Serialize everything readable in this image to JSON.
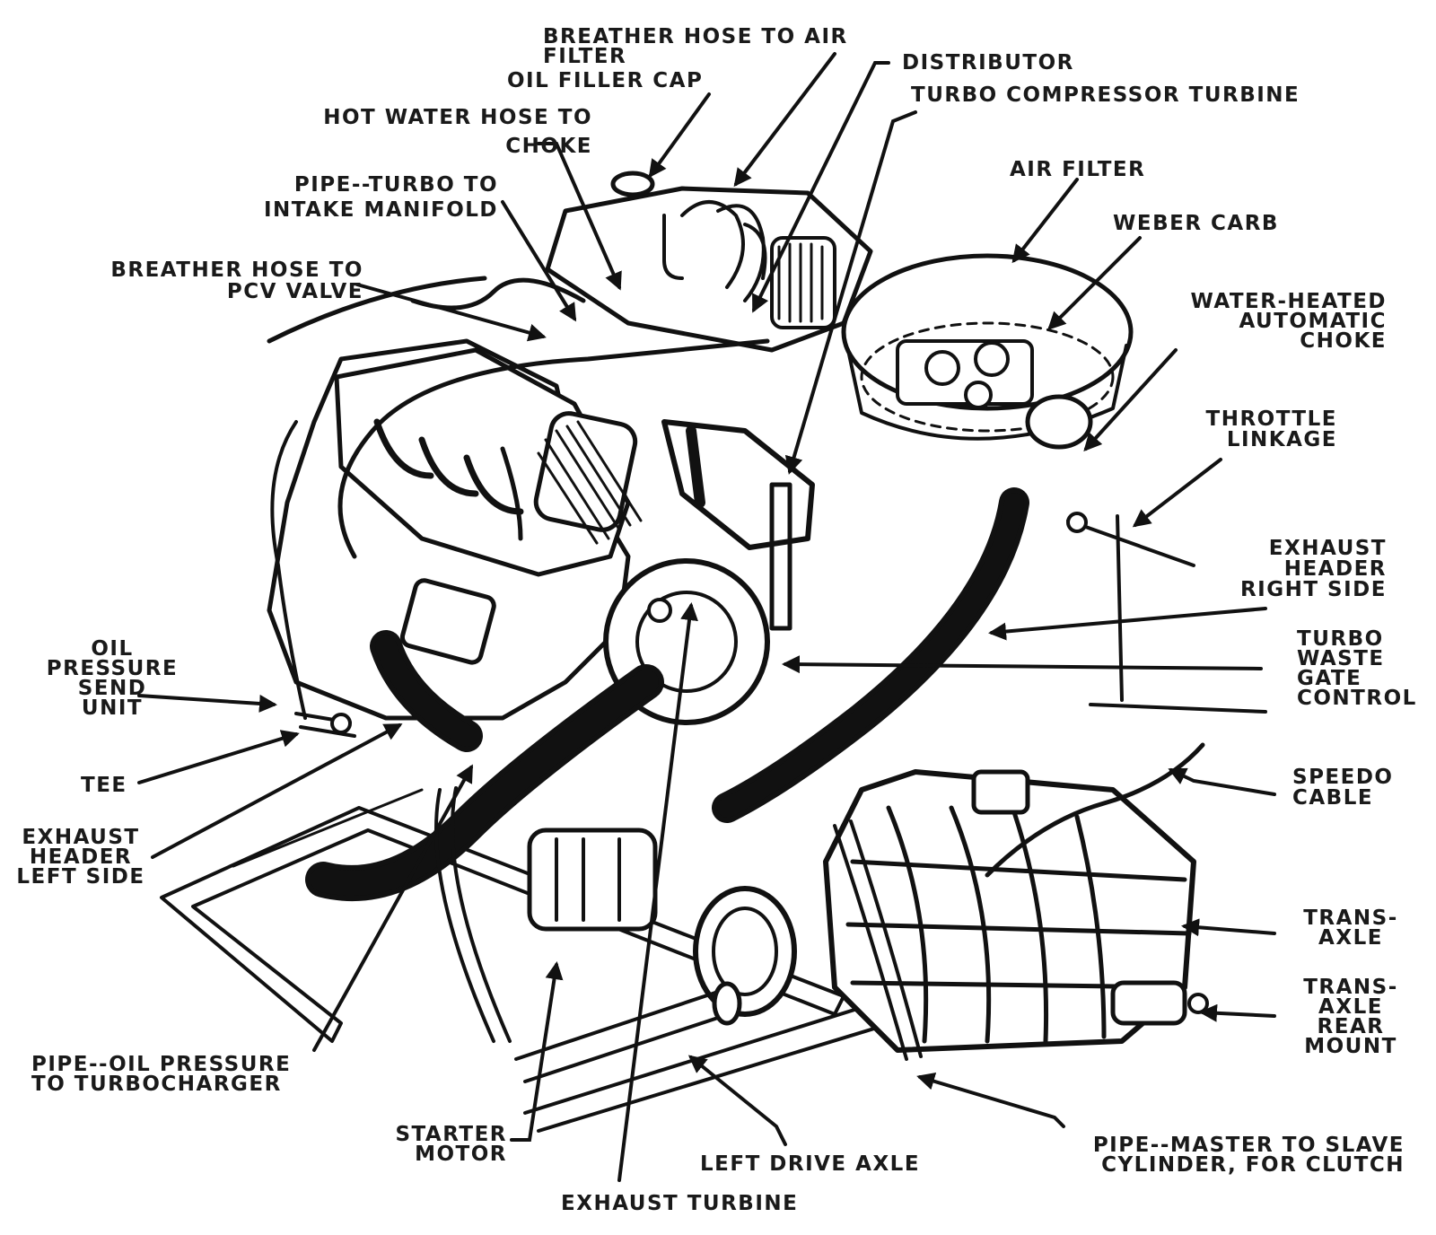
{
  "labels": {
    "breather_air_filter": [
      "BREATHER HOSE TO AIR",
      "FILTER"
    ],
    "oil_filler_cap": [
      "OIL FILLER CAP"
    ],
    "distributor": [
      "DISTRIBUTOR"
    ],
    "turbo_compressor_turbine": [
      "TURBO COMPRESSOR TURBINE"
    ],
    "hot_water_hose": [
      "HOT WATER HOSE TO",
      "CHOKE"
    ],
    "pipe_turbo_intake": [
      "PIPE--TURBO TO",
      "INTAKE MANIFOLD"
    ],
    "air_filter": [
      "AIR FILTER"
    ],
    "weber_carb": [
      "WEBER CARB"
    ],
    "breather_pcv": [
      "BREATHER HOSE TO",
      "PCV VALVE"
    ],
    "water_heated_choke": [
      "WATER-HEATED",
      "AUTOMATIC",
      "CHOKE"
    ],
    "throttle_linkage": [
      "THROTTLE",
      "LINKAGE"
    ],
    "exhaust_header_right": [
      "EXHAUST",
      "HEADER",
      "RIGHT SIDE"
    ],
    "oil_pressure_send": [
      "OIL",
      "PRESSURE",
      "SEND",
      "UNIT"
    ],
    "turbo_waste_gate": [
      "TURBO",
      "WASTE",
      "GATE",
      "CONTROL"
    ],
    "tee": [
      "TEE"
    ],
    "speedo_cable": [
      "SPEEDO",
      "CABLE"
    ],
    "exhaust_header_left": [
      "EXHAUST",
      "HEADER",
      "LEFT SIDE"
    ],
    "trans_axle": [
      "TRANS-",
      "AXLE"
    ],
    "trans_axle_rear_mount": [
      "TRANS-",
      "AXLE",
      "REAR",
      "MOUNT"
    ],
    "pipe_oil_pressure": [
      "PIPE--OIL PRESSURE",
      "TO TURBOCHARGER"
    ],
    "starter_motor": [
      "STARTER",
      "MOTOR"
    ],
    "left_drive_axle": [
      "LEFT DRIVE AXLE"
    ],
    "pipe_master_slave": [
      "PIPE--MASTER TO SLAVE",
      "CYLINDER, FOR CLUTCH"
    ],
    "exhaust_turbine": [
      "EXHAUST TURBINE"
    ]
  },
  "colors": {
    "ink": "#111111",
    "paper": "#ffffff"
  }
}
